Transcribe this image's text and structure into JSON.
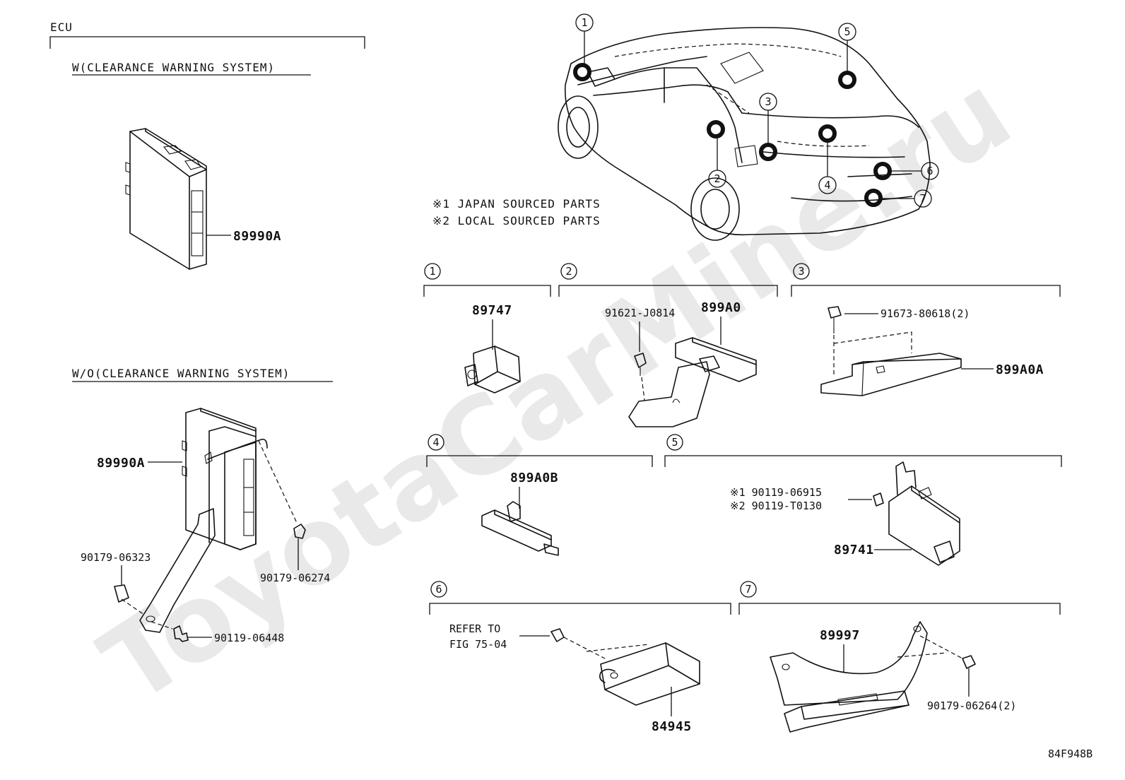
{
  "watermark": "ToyotaCarMine.ru",
  "ecu_section": {
    "title": "ECU",
    "with_system_label": "W(CLEARANCE WARNING SYSTEM)",
    "with_part": "89990A",
    "without_system_label": "W/O(CLEARANCE WARNING SYSTEM)",
    "without_parts": {
      "ecu": "89990A",
      "bracket_clip_a": "90179-06323",
      "clip_b": "90179-06274",
      "bolt": "90119-06448"
    }
  },
  "notes": {
    "note1": "※1 JAPAN SOURCED PARTS",
    "note2": "※2 LOCAL SOURCED PARTS"
  },
  "car_callouts": [
    "1",
    "2",
    "3",
    "4",
    "5",
    "6",
    "7"
  ],
  "groups": {
    "g1": {
      "index": "1",
      "part": "89747"
    },
    "g2": {
      "index": "2",
      "bolt": "91621-J0814",
      "part": "899A0"
    },
    "g3": {
      "index": "3",
      "screw": "91673-80618(2)",
      "part": "899A0A"
    },
    "g4": {
      "index": "4",
      "part": "899A0B"
    },
    "g5": {
      "index": "5",
      "bolt1": "※1 90119-06915",
      "bolt2": "※2 90119-T0130",
      "part": "89741"
    },
    "g6": {
      "index": "6",
      "refer1": "REFER TO",
      "refer2": "FIG 75-04",
      "part": "84945"
    },
    "g7": {
      "index": "7",
      "part": "89997",
      "nut": "90179-06264(2)"
    }
  },
  "figure_code": "84F948B"
}
